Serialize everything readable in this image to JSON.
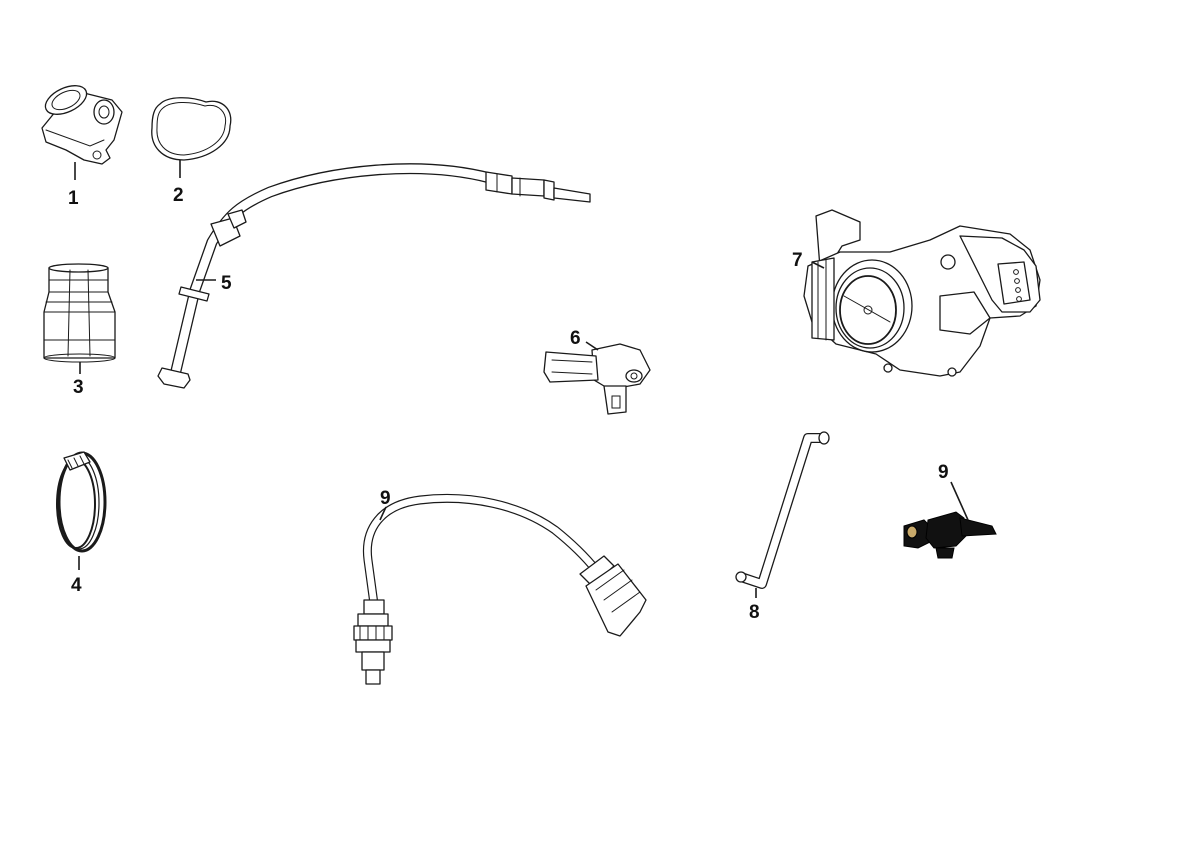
{
  "callouts": {
    "c1": "1",
    "c2": "2",
    "c3": "3",
    "c4": "4",
    "c5": "5",
    "c6": "6",
    "c7": "7",
    "c8": "8",
    "c9a": "9",
    "c9b": "9"
  },
  "colors": {
    "line": "#1a1a1a",
    "background": "#ffffff",
    "sensor_body": "#111111"
  }
}
